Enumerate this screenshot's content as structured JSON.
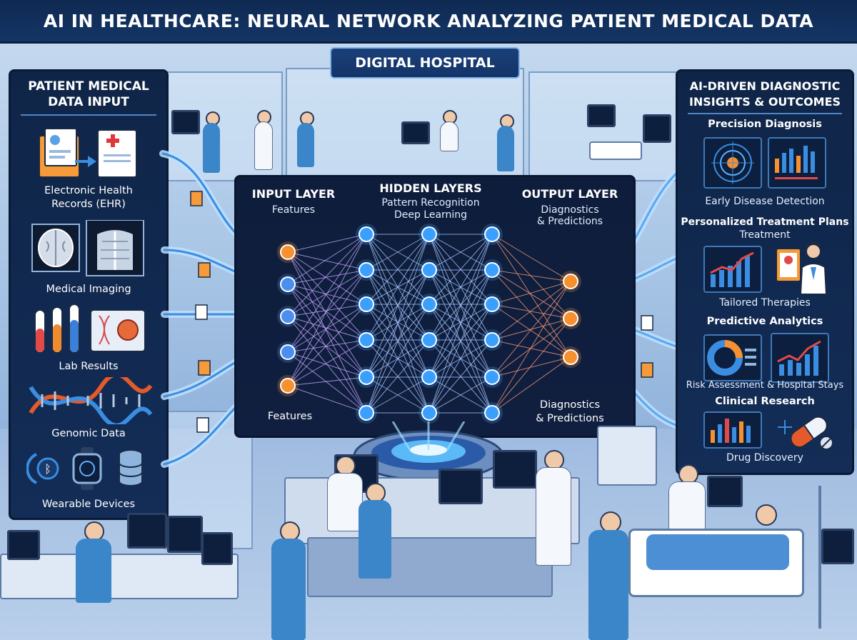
{
  "title": "AI IN HEALTHCARE: NEURAL NETWORK ANALYZING PATIENT MEDICAL DATA",
  "badge": "DIGITAL HOSPITAL",
  "input_panel": {
    "title_line1": "PATIENT MEDICAL",
    "title_line2": "DATA INPUT",
    "sources": [
      {
        "label_line1": "Electronic Health",
        "label_line2": "Records (EHR)",
        "icon": "ehr-folder-icon"
      },
      {
        "label_line1": "Medical Imaging",
        "label_line2": "",
        "icon": "brain-xray-icon"
      },
      {
        "label_line1": "Lab Results",
        "label_line2": "",
        "icon": "test-tubes-icon"
      },
      {
        "label_line1": "Genomic Data",
        "label_line2": "",
        "icon": "dna-helix-icon"
      },
      {
        "label_line1": "Wearable Devices",
        "label_line2": "",
        "icon": "smartwatch-icon"
      }
    ]
  },
  "network": {
    "input_layer": {
      "heading": "INPUT LAYER",
      "sub": "Features",
      "foot": "Features"
    },
    "hidden_layers": {
      "heading": "HIDDEN LAYERS",
      "sub_line1": "Pattern Recognition",
      "sub_line2": "Deep Learning"
    },
    "output_layer": {
      "heading": "OUTPUT LAYER",
      "sub_line1": "Diagnostics",
      "sub_line2": "& Predictions",
      "foot_line1": "Diagnostics",
      "foot_line2": "& Predictions"
    },
    "colors": {
      "input_node": "#f7912f",
      "input_node_alt": "#4a8ff0",
      "hidden_node": "#3aa0ff",
      "output_node": "#f7912f",
      "edge_left": "#c8a8ff",
      "edge_right": "#ff9a7a",
      "edge_mid": "#a9c8ff"
    }
  },
  "output_panel": {
    "title_line1": "AI-DRIVEN DIAGNOSTIC",
    "title_line2": "INSIGHTS & OUTCOMES",
    "sections": [
      {
        "heading": "Precision Diagnosis",
        "caption": "Early Disease Detection",
        "icons": [
          "target-scan-icon",
          "bar-chart-icon"
        ]
      },
      {
        "heading": "Personalized Treatment Plans",
        "subheading": "Treatment",
        "caption": "Tailored Therapies",
        "icons": [
          "trend-chart-icon",
          "doctor-clipboard-icon"
        ]
      },
      {
        "heading": "Predictive Analytics",
        "caption": "Risk Assessment & Hospital Stays",
        "icons": [
          "donut-chart-icon",
          "growth-chart-icon"
        ]
      },
      {
        "heading": "Clinical Research",
        "caption": "Drug Discovery",
        "icons": [
          "research-bars-icon",
          "pill-capsule-icon"
        ]
      }
    ]
  }
}
